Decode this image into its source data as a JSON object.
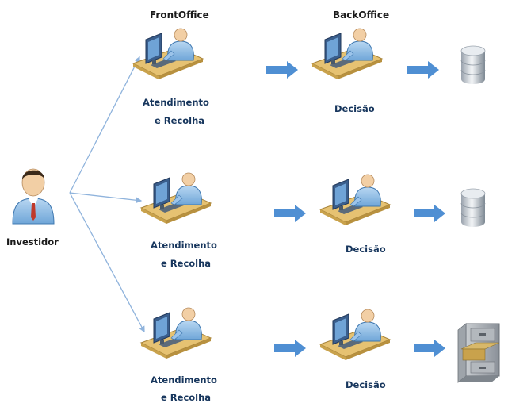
{
  "columns": {
    "front_office": "FrontOffice",
    "back_office": "BackOffice"
  },
  "actor": {
    "label": "Investidor",
    "icon": "person-icon"
  },
  "rows": [
    {
      "front_label_line1": "Atendimento",
      "front_label_line2": "e Recolha",
      "back_label": "Decisão",
      "target_icon": "database-icon"
    },
    {
      "front_label_line1": "Atendimento",
      "front_label_line2": "e Recolha",
      "back_label": "Decisão",
      "target_icon": "database-icon"
    },
    {
      "front_label_line1": "Atendimento",
      "front_label_line2": "e Recolha",
      "back_label": "Decisão",
      "target_icon": "filing-cabinet-icon"
    }
  ],
  "colors": {
    "label_blue": "#17365d",
    "arrow_blue": "#4f8fd3",
    "connector_line": "#8fb3dc",
    "desk": "#d9b35a",
    "skin": "#f2cfa5"
  }
}
